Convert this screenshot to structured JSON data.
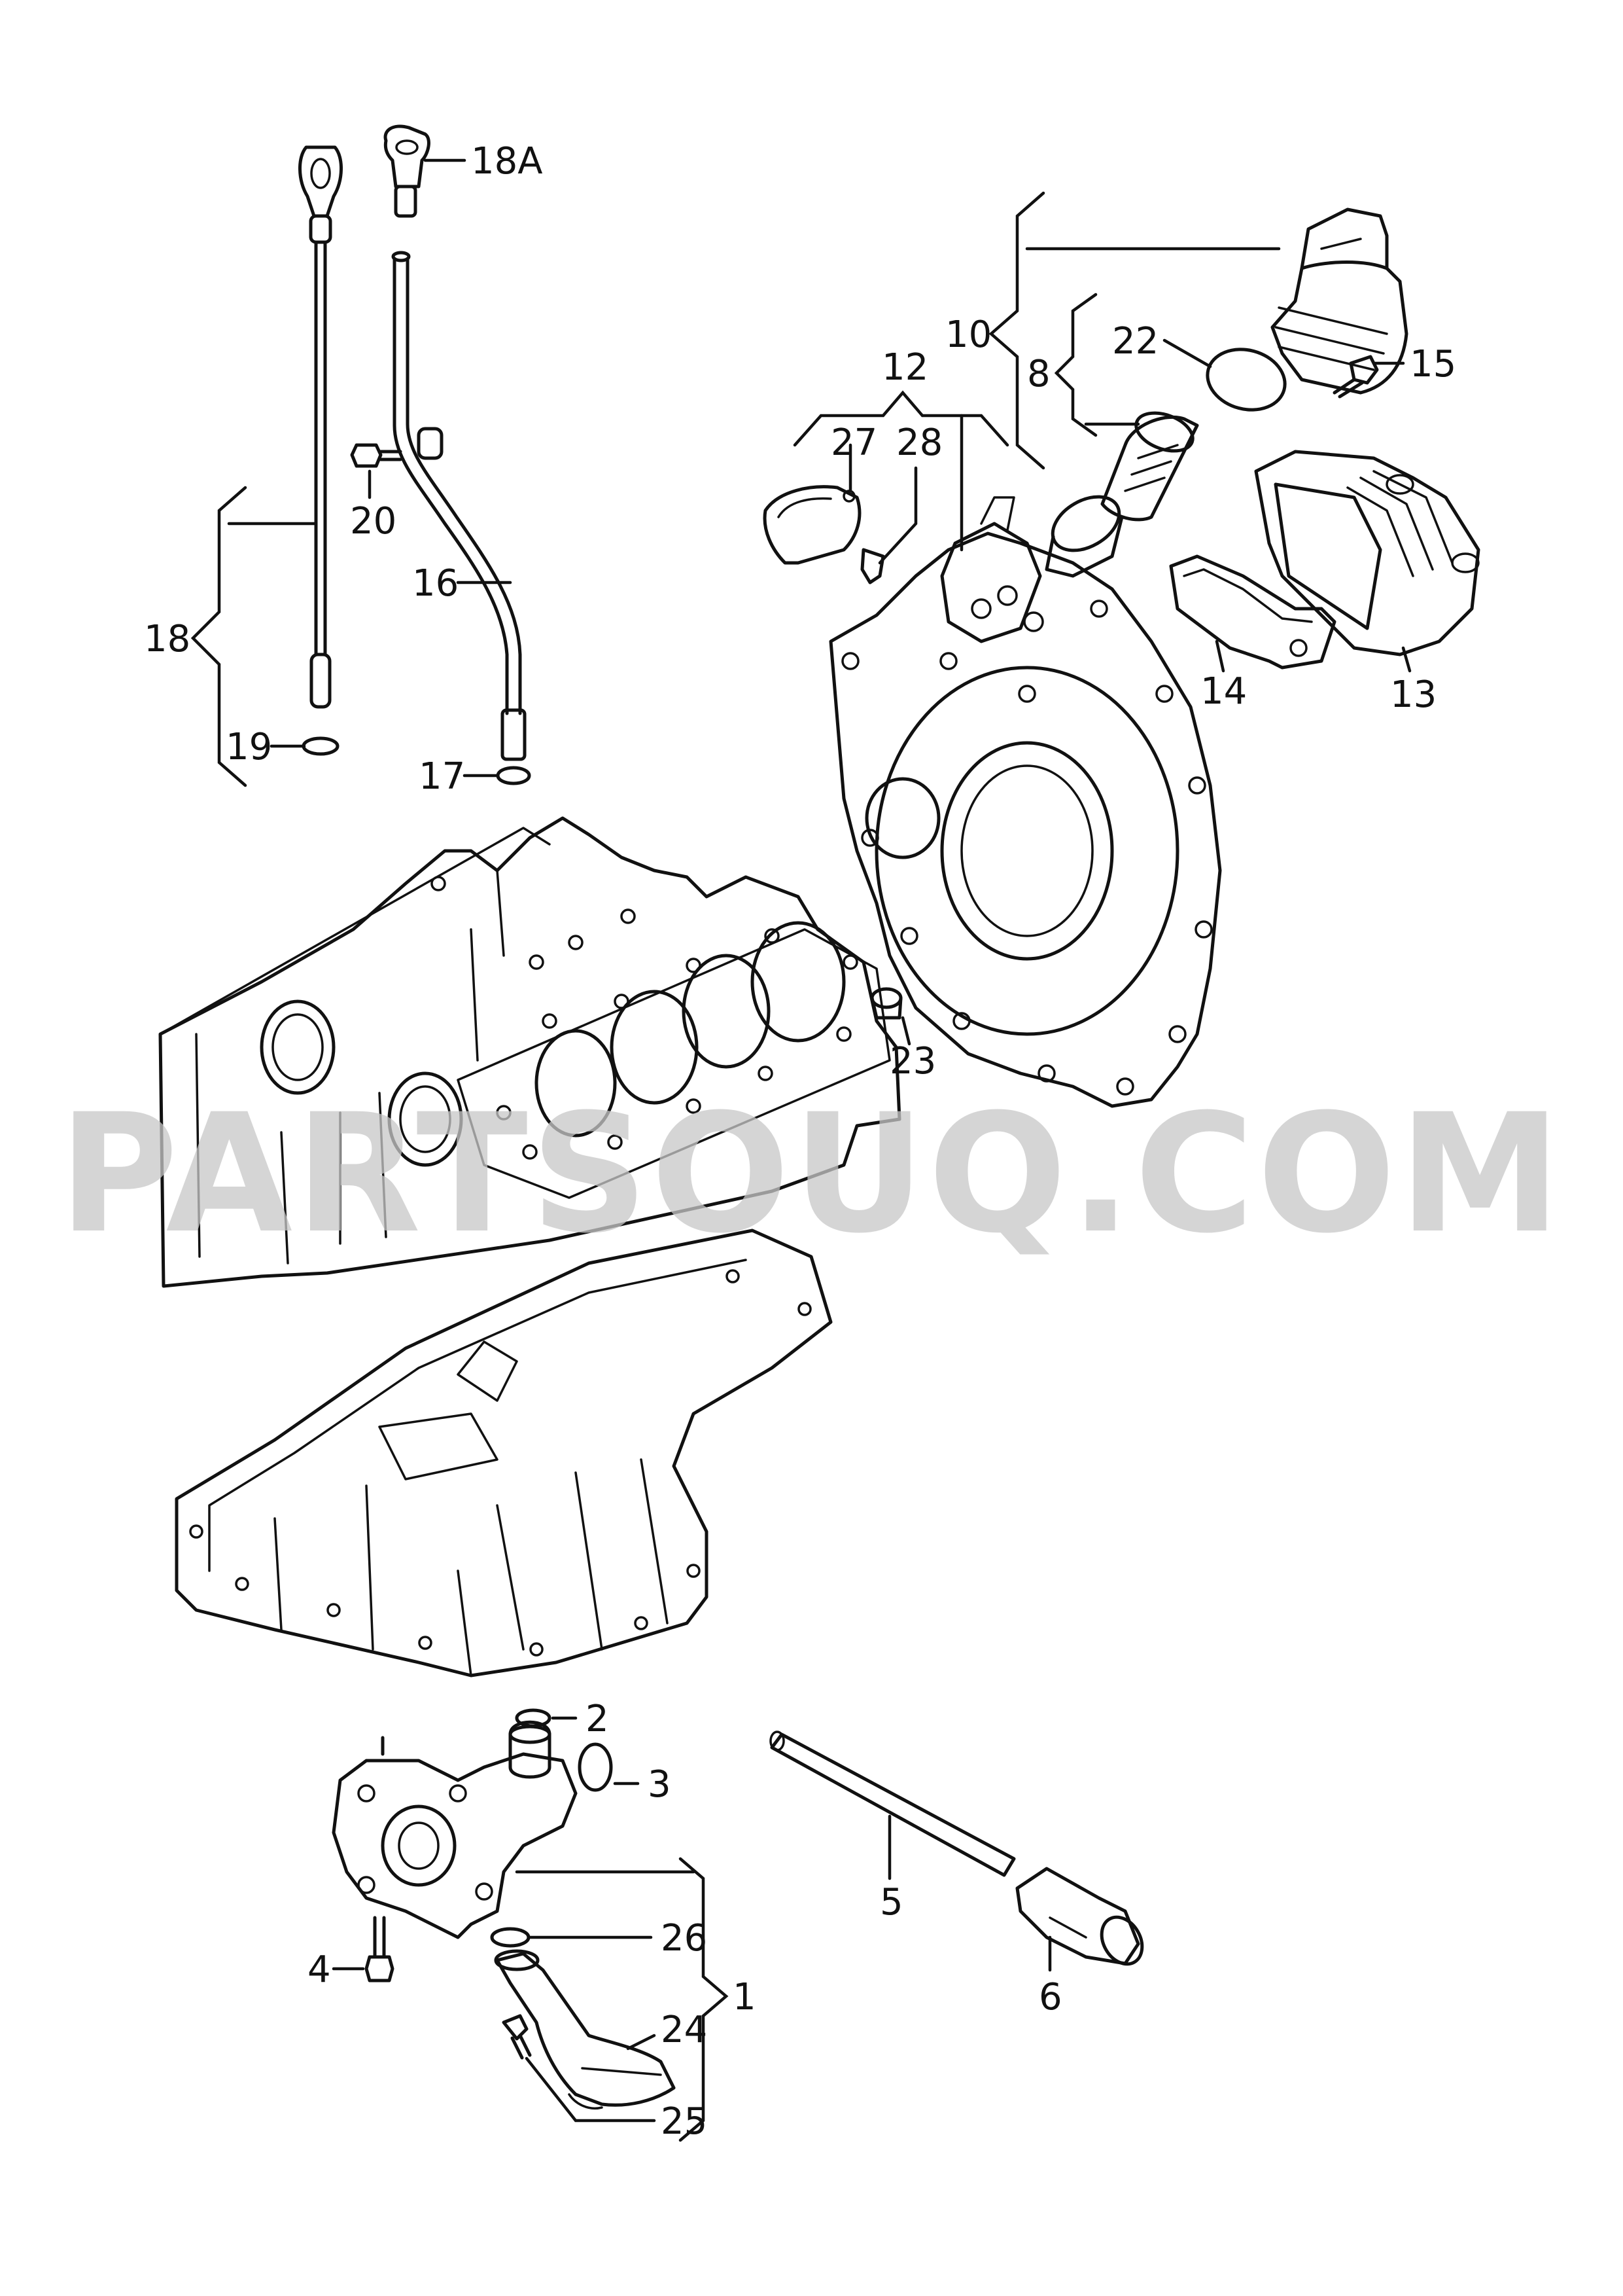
{
  "watermark": "PARTSOUQ.COM",
  "labels": {
    "p1": "1",
    "p2": "2",
    "p3": "3",
    "p4": "4",
    "p5": "5",
    "p6": "6",
    "p8": "8",
    "p10": "10",
    "p12": "12",
    "p13": "13",
    "p14": "14",
    "p15": "15",
    "p16": "16",
    "p17": "17",
    "p18": "18",
    "p18a": "18A",
    "p19": "19",
    "p20": "20",
    "p22": "22",
    "p23": "23",
    "p24": "24",
    "p25": "25",
    "p26": "26",
    "p27": "27",
    "p28": "28"
  }
}
